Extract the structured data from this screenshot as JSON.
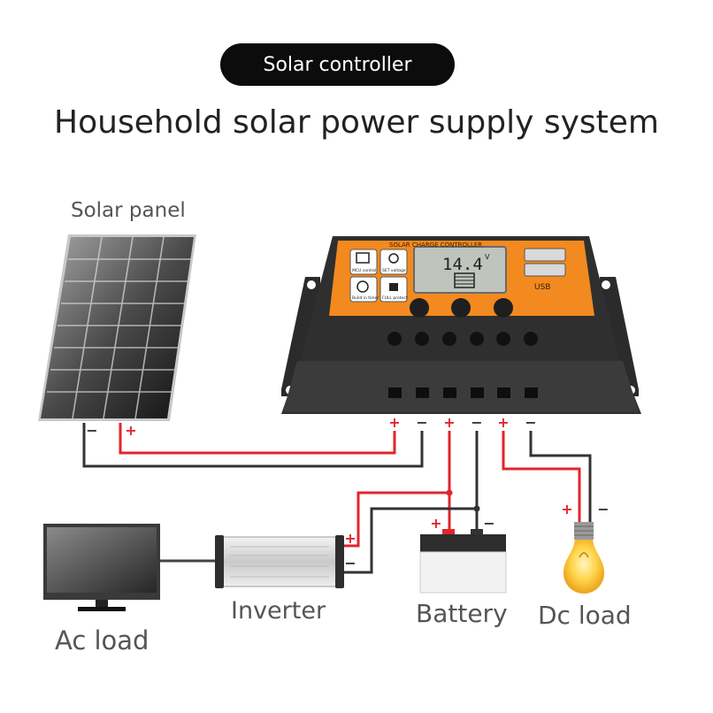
{
  "badge": {
    "text": "Solar controller"
  },
  "title": "Household solar power supply system",
  "labels": {
    "solar_panel": "Solar panel",
    "inverter": "Inverter",
    "battery": "Battery",
    "dc_load": "Dc load",
    "ac_load": "Ac load"
  },
  "controller": {
    "header": "SOLAR CHARGE CONTROLLER",
    "display": "14.4",
    "display_unit": "V",
    "usb_label": "USB",
    "key_labels": [
      "MCU control",
      "SET voltage",
      "Build in timer",
      "FULL protect"
    ]
  },
  "terminals": [
    "+",
    "−",
    "+",
    "−",
    "+",
    "−"
  ],
  "polarity": {
    "plus": "+",
    "minus": "−"
  },
  "colors": {
    "positive_wire": "#e0262b",
    "negative_wire": "#333333",
    "controller_face": "#f28a1f",
    "controller_body": "#2f2f2f",
    "bulb_glow": "#f4b623"
  }
}
